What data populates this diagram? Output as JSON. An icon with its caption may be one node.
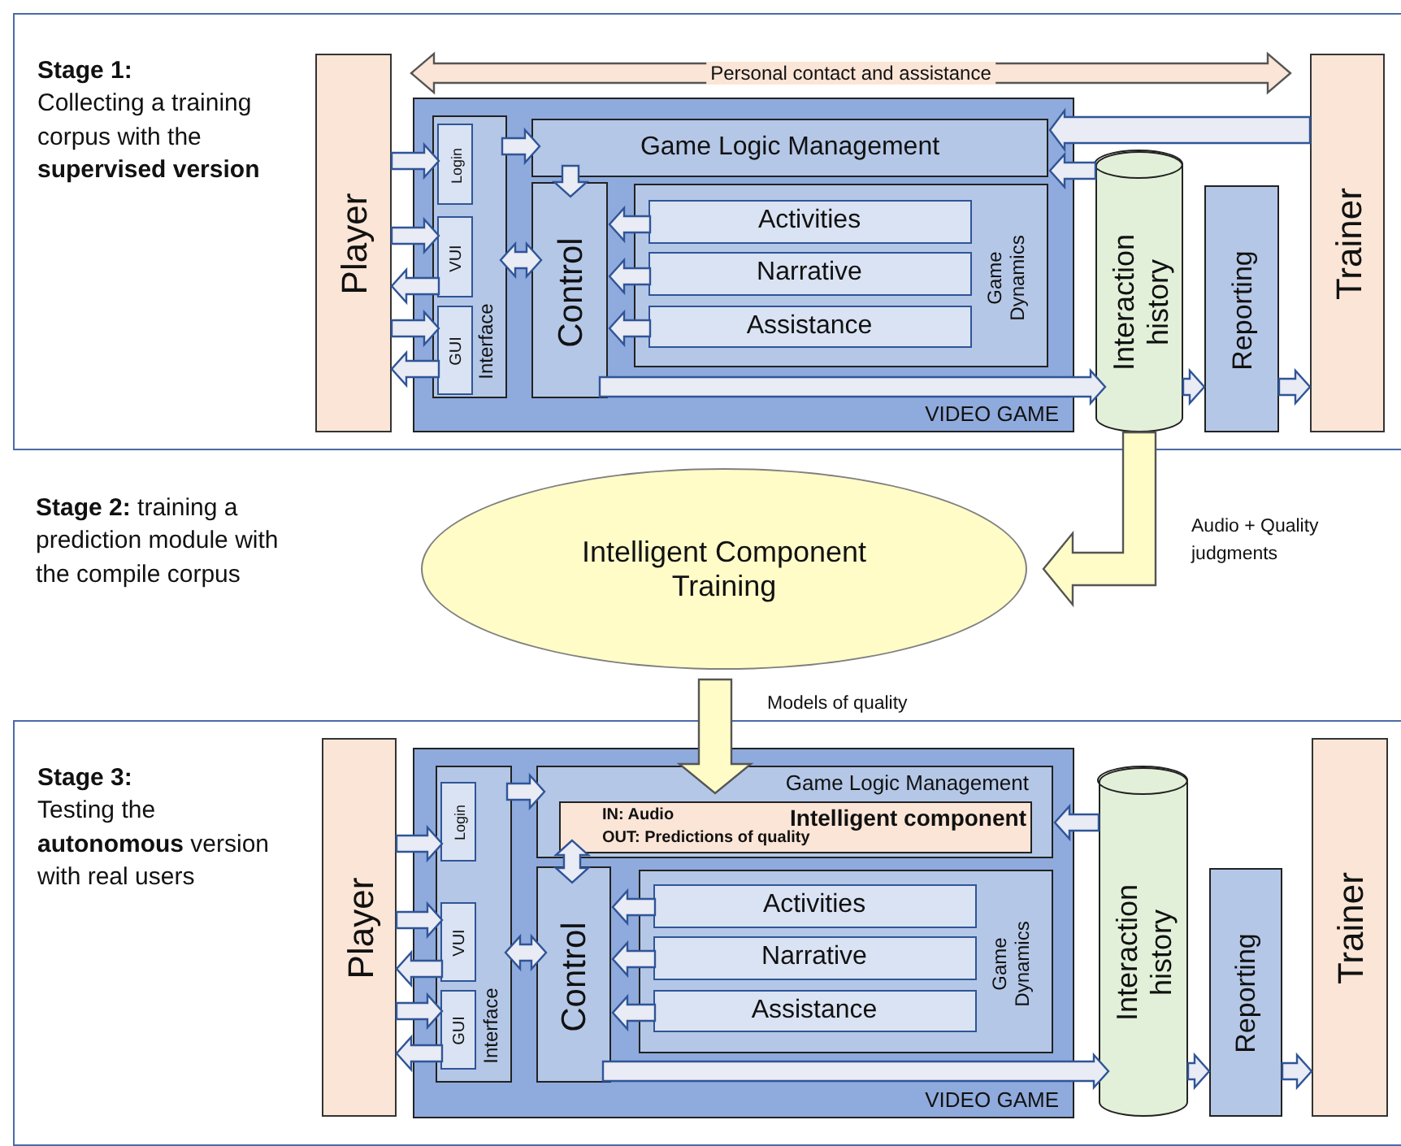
{
  "diagram": {
    "nodes": [
      {
        "text": [
          "Stage 1:",
          "Collecting a training corpus with the **supervised version**"
        ]
      },
      {
        "text": [
          "Player"
        ],
        "in": 0
      },
      {
        "text": [
          "VIDEO GAME"
        ],
        "in": 0
      },
      {
        "text": [
          "Interface"
        ],
        "in": 2
      },
      {
        "text": [
          "Login"
        ],
        "in": 3
      },
      {
        "text": [
          "VUI"
        ],
        "in": 3
      },
      {
        "text": [
          "GUI"
        ],
        "in": 3
      },
      {
        "text": [
          "Game Logic Management"
        ],
        "in": 2
      },
      {
        "text": [
          "Control"
        ],
        "in": 2
      },
      {
        "text": [
          "Game Dynamics"
        ],
        "in": 2
      },
      {
        "text": [
          "Activities"
        ],
        "in": 9
      },
      {
        "text": [
          "Narrative"
        ],
        "in": 9
      },
      {
        "text": [
          "Assistance"
        ],
        "in": 9
      },
      {
        "text": [
          "Interaction history"
        ],
        "in": 0
      },
      {
        "text": [
          "Reporting"
        ],
        "in": 0
      },
      {
        "text": [
          "Trainer"
        ],
        "in": 0
      },
      {
        "text": [
          "Intelligent Component Training"
        ]
      },
      {
        "text": [
          "Stage 3:",
          "Testing the **autonomous** version with real users"
        ]
      },
      {
        "text": [
          "Player"
        ],
        "in": 17
      },
      {
        "text": [
          "VIDEO GAME"
        ],
        "in": 17
      },
      {
        "text": [
          "Interface"
        ],
        "in": 19
      },
      {
        "text": [
          "Login"
        ],
        "in": 20
      },
      {
        "text": [
          "VUI"
        ],
        "in": 20
      },
      {
        "text": [
          "GUI"
        ],
        "in": 20
      },
      {
        "text": [
          "Game Logic Management"
        ],
        "in": 19
      },
      {
        "text": [
          "IN: Audio",
          "Intelligent component",
          "OUT: Predictions of quality"
        ],
        "in": 24
      },
      {
        "text": [
          "Control"
        ],
        "in": 19
      },
      {
        "text": [
          "Game Dynamics"
        ],
        "in": 19
      },
      {
        "text": [
          "Activities"
        ],
        "in": 27
      },
      {
        "text": [
          "Narrative"
        ],
        "in": 27
      },
      {
        "text": [
          "Assistance"
        ],
        "in": 27
      },
      {
        "text": [
          "Interaction history"
        ],
        "in": 17
      },
      {
        "text": [
          "Reporting"
        ],
        "in": 17
      },
      {
        "text": [
          "Trainer"
        ],
        "in": 17
      }
    ],
    "edges": [
      {
        "from": 1,
        "to": 15,
        "arrow": "both",
        "label": "Personal contact and assistance",
        "color": "#fbe5d6"
      },
      {
        "from": 1,
        "to": 4,
        "arrow": "to"
      },
      {
        "from": 1,
        "to": 5,
        "arrow": "to"
      },
      {
        "from": 5,
        "to": 1,
        "arrow": "to"
      },
      {
        "from": 1,
        "to": 6,
        "arrow": "to"
      },
      {
        "from": 6,
        "to": 1,
        "arrow": "to"
      },
      {
        "from": 3,
        "to": 7,
        "arrow": "to"
      },
      {
        "from": 7,
        "to": 8,
        "arrow": "to"
      },
      {
        "from": 3,
        "to": 8,
        "arrow": "both"
      },
      {
        "from": 10,
        "to": 8,
        "arrow": "to"
      },
      {
        "from": 11,
        "to": 8,
        "arrow": "to"
      },
      {
        "from": 12,
        "to": 8,
        "arrow": "to"
      },
      {
        "from": 8,
        "to": 13,
        "arrow": "to"
      },
      {
        "from": 15,
        "to": 7,
        "arrow": "to"
      },
      {
        "from": 13,
        "to": 7,
        "arrow": "to"
      },
      {
        "from": 13,
        "to": 14,
        "arrow": "to"
      },
      {
        "from": 14,
        "to": 15,
        "arrow": "to"
      },
      {
        "from": 13,
        "to": 16,
        "arrow": "to",
        "label": "Audio + Quality judgments",
        "color": "#fffcc8"
      },
      {
        "from": 16,
        "to": 25,
        "arrow": "to",
        "label": "Models of quality",
        "color": "#fffcc8"
      },
      {
        "from": 18,
        "to": 21,
        "arrow": "to"
      },
      {
        "from": 18,
        "to": 22,
        "arrow": "to"
      },
      {
        "from": 22,
        "to": 18,
        "arrow": "to"
      },
      {
        "from": 18,
        "to": 23,
        "arrow": "to"
      },
      {
        "from": 23,
        "to": 18,
        "arrow": "to"
      },
      {
        "from": 20,
        "to": 24,
        "arrow": "to"
      },
      {
        "from": 25,
        "to": 26,
        "arrow": "both"
      },
      {
        "from": 20,
        "to": 26,
        "arrow": "both"
      },
      {
        "from": 28,
        "to": 26,
        "arrow": "to"
      },
      {
        "from": 29,
        "to": 26,
        "arrow": "to"
      },
      {
        "from": 30,
        "to": 26,
        "arrow": "to"
      },
      {
        "from": 26,
        "to": 31,
        "arrow": "to"
      },
      {
        "from": 31,
        "to": 24,
        "arrow": "to"
      },
      {
        "from": 31,
        "to": 32,
        "arrow": "to"
      },
      {
        "from": 32,
        "to": 33,
        "arrow": "to"
      }
    ],
    "labels": [
      "**Stage 2:** training a prediction module with the compile corpus"
    ]
  }
}
